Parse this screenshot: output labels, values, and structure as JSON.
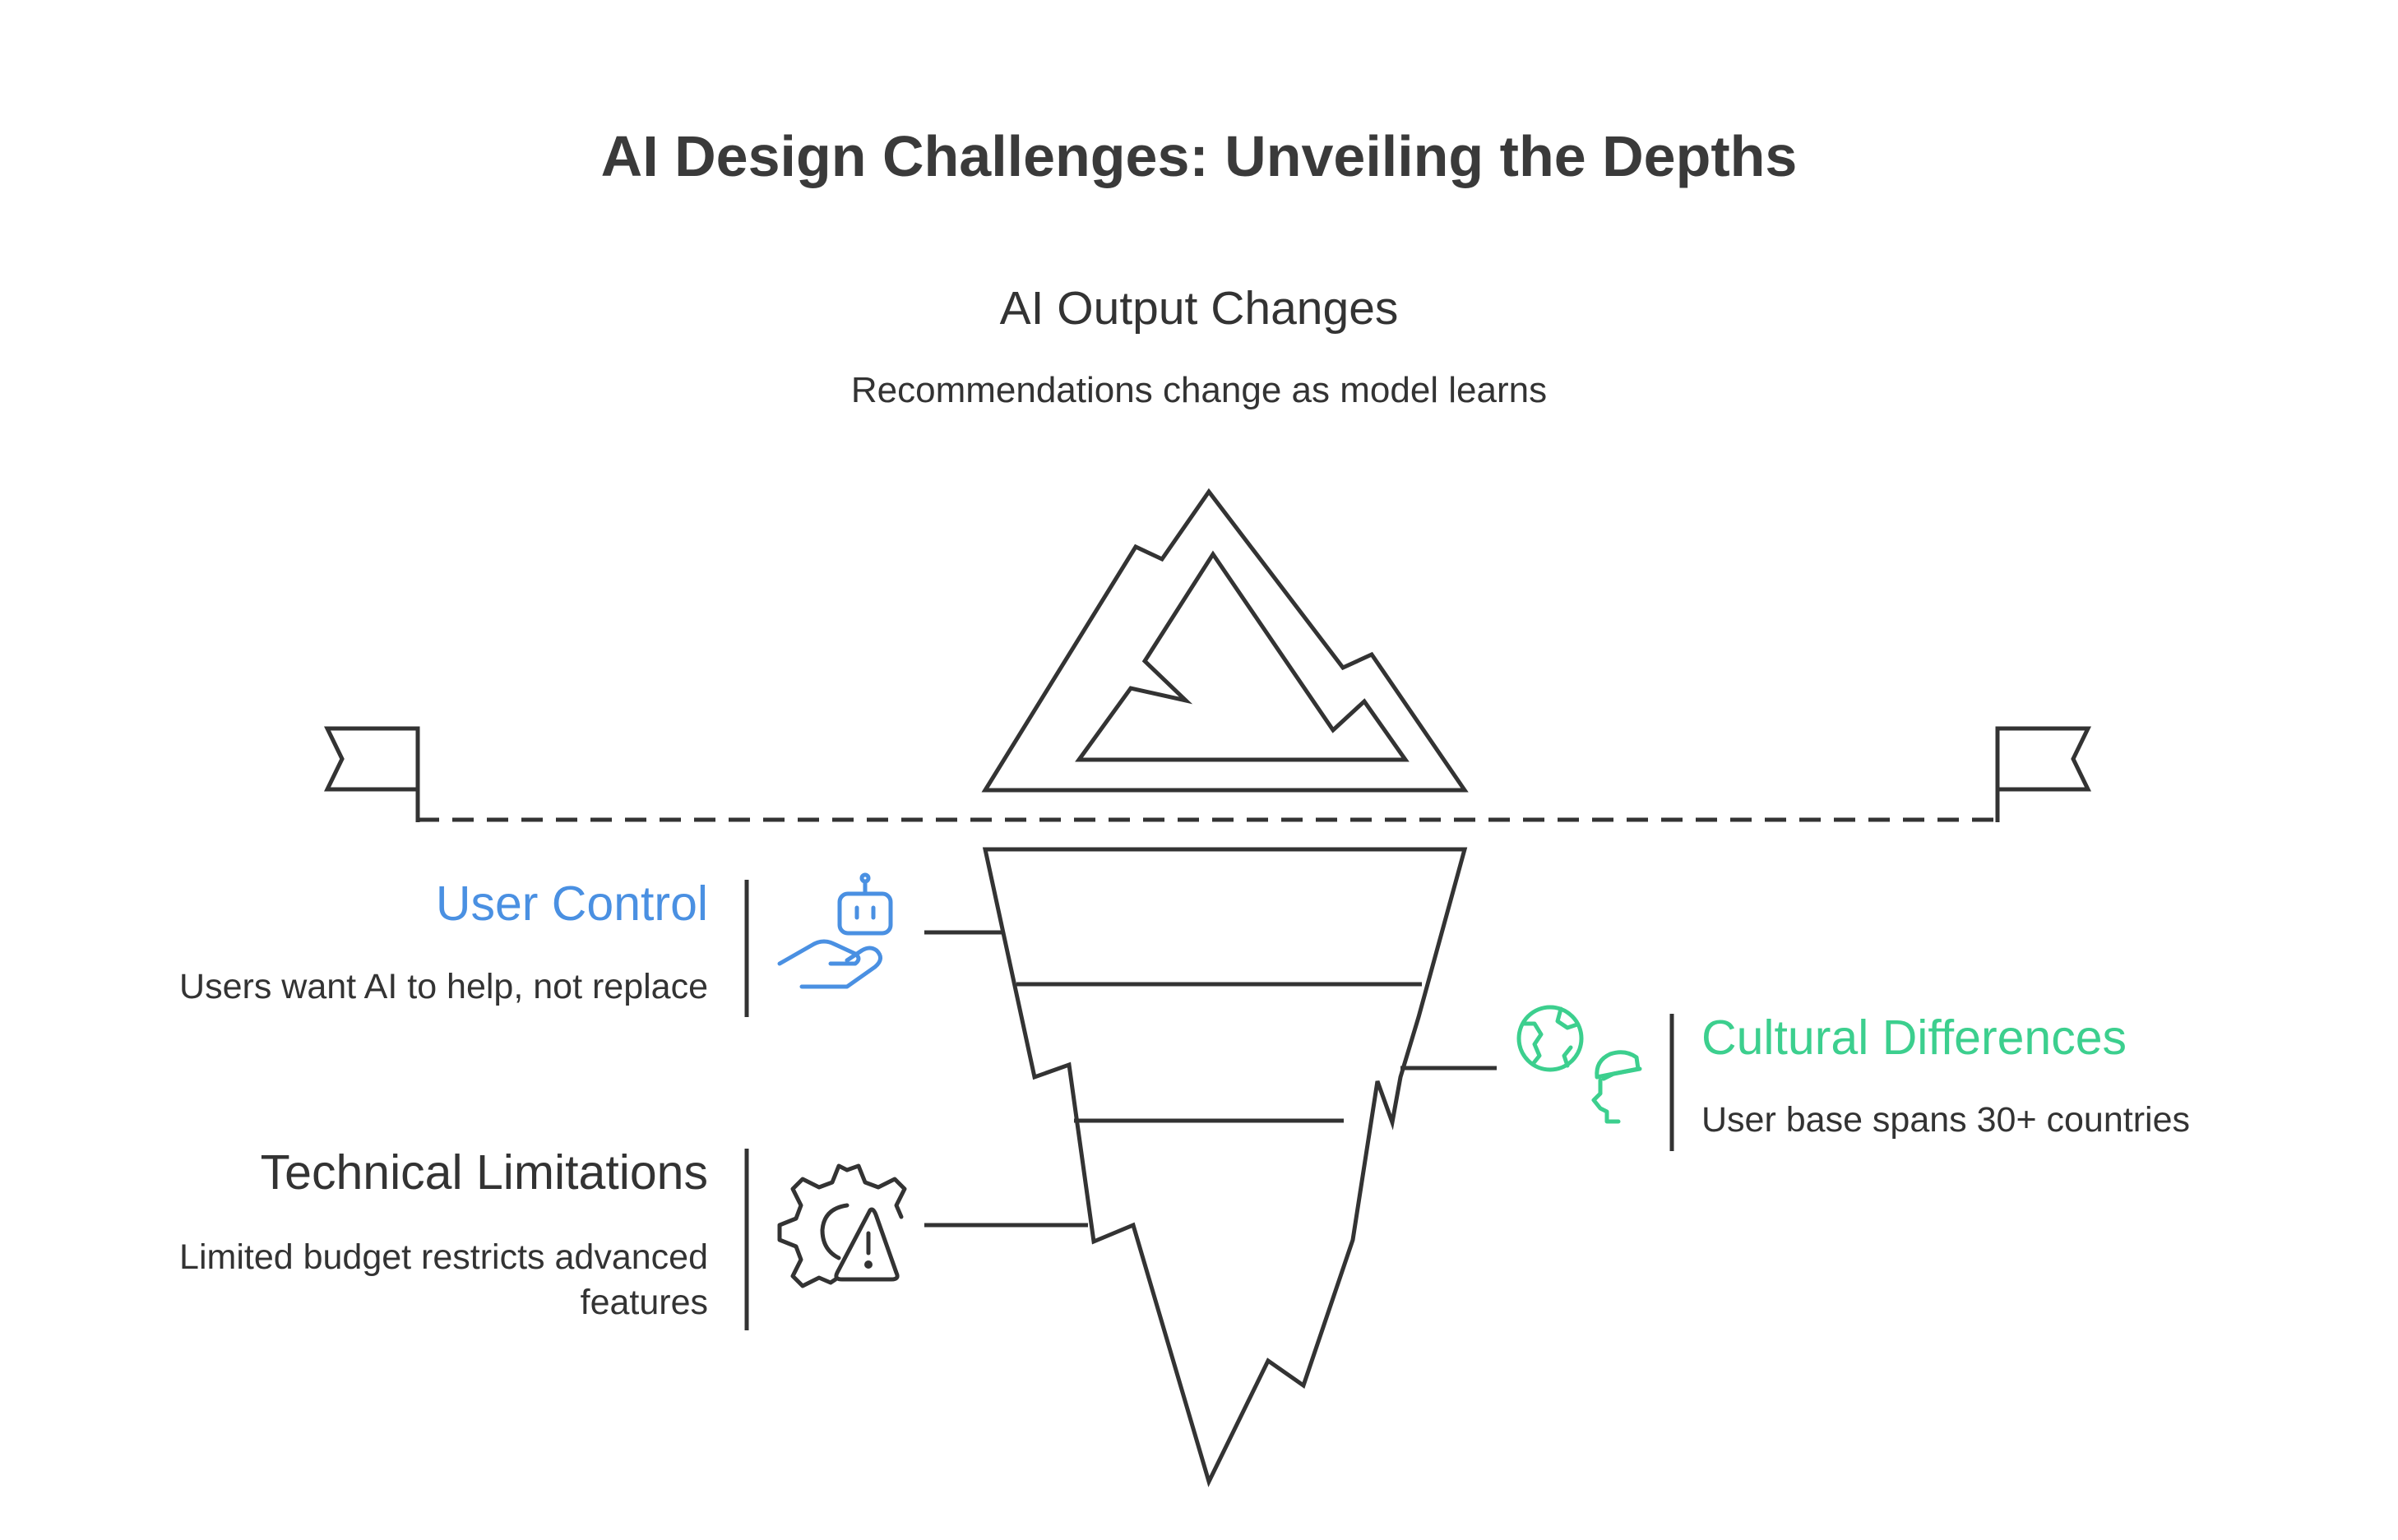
{
  "title": "AI Design Challenges: Unveiling the Depths",
  "peak": {
    "title": "AI Output Changes",
    "description": "Recommendations change as model learns"
  },
  "challenges": {
    "user_control": {
      "title": "User Control",
      "description": "Users want AI to help, not replace",
      "color": "#4a90e2",
      "icon": "robot-hand-icon"
    },
    "cultural_differences": {
      "title": "Cultural Differences",
      "description": "User base spans 30+ countries",
      "color": "#3ccf8e",
      "icon": "globe-heads-icon"
    },
    "technical_limitations": {
      "title": "Technical Limitations",
      "description": "Limited budget restricts advanced features",
      "color": "#333333",
      "icon": "gear-warning-icon"
    }
  },
  "colors": {
    "outline": "#333333",
    "title": "#3a3a3a"
  }
}
